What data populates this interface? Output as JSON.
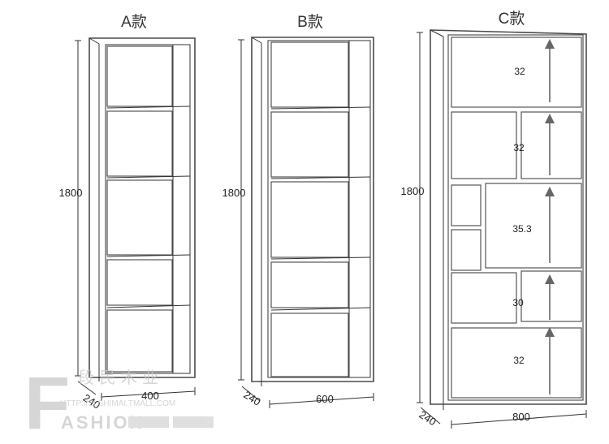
{
  "models": [
    {
      "title": "A款",
      "height": "1800",
      "depth": "240",
      "width": "400"
    },
    {
      "title": "B款",
      "height": "1800",
      "depth": "240",
      "width": "600"
    },
    {
      "title": "C款",
      "height": "1800",
      "depth": "240",
      "width": "800",
      "shelf_heights": [
        "32",
        "32",
        "35.3",
        "30",
        "32"
      ]
    }
  ],
  "watermark": {
    "big_letter": "F",
    "word": "ASHION",
    "url_fragment": "HTTP://SI    SHIMAI.TMALL.COM",
    "cjk": "段 民 木 业"
  }
}
